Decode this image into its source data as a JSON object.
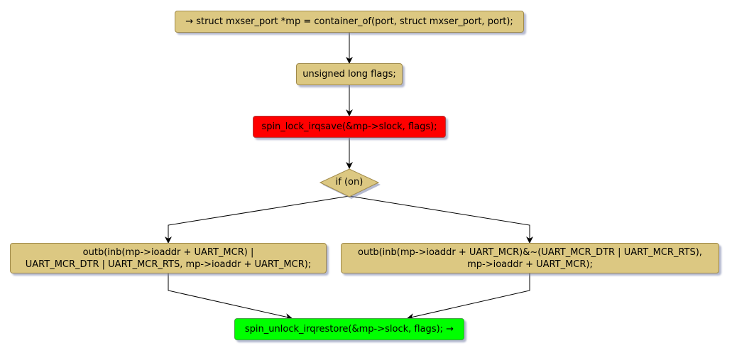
{
  "diagram": {
    "type": "flowchart",
    "nodes": [
      {
        "id": "n1",
        "text": "→ struct mxser_port *mp = container_of(port, struct mxser_port, port);",
        "fill": "#dcc882"
      },
      {
        "id": "n2",
        "text": "unsigned long flags;",
        "fill": "#dcc882"
      },
      {
        "id": "n3",
        "text": "spin_lock_irqsave(&mp->slock, flags);",
        "fill": "#ff0000"
      },
      {
        "id": "n4",
        "text": "if (on)",
        "fill": "#dcc882",
        "shape": "diamond"
      },
      {
        "id": "n5",
        "text": "outb(inb(mp->ioaddr + UART_MCR) |\nUART_MCR_DTR | UART_MCR_RTS, mp->ioaddr + UART_MCR);",
        "fill": "#dcc882"
      },
      {
        "id": "n6",
        "text": "outb(inb(mp->ioaddr + UART_MCR)&~(UART_MCR_DTR | UART_MCR_RTS),\nmp->ioaddr + UART_MCR);",
        "fill": "#dcc882"
      },
      {
        "id": "n7",
        "text": "spin_unlock_irqrestore(&mp->slock, flags); →",
        "fill": "#00ff00"
      }
    ],
    "edges": [
      {
        "from": "n1",
        "to": "n2"
      },
      {
        "from": "n2",
        "to": "n3"
      },
      {
        "from": "n3",
        "to": "n4"
      },
      {
        "from": "n4",
        "to": "n5"
      },
      {
        "from": "n4",
        "to": "n6"
      },
      {
        "from": "n5",
        "to": "n7"
      },
      {
        "from": "n6",
        "to": "n7"
      }
    ]
  }
}
